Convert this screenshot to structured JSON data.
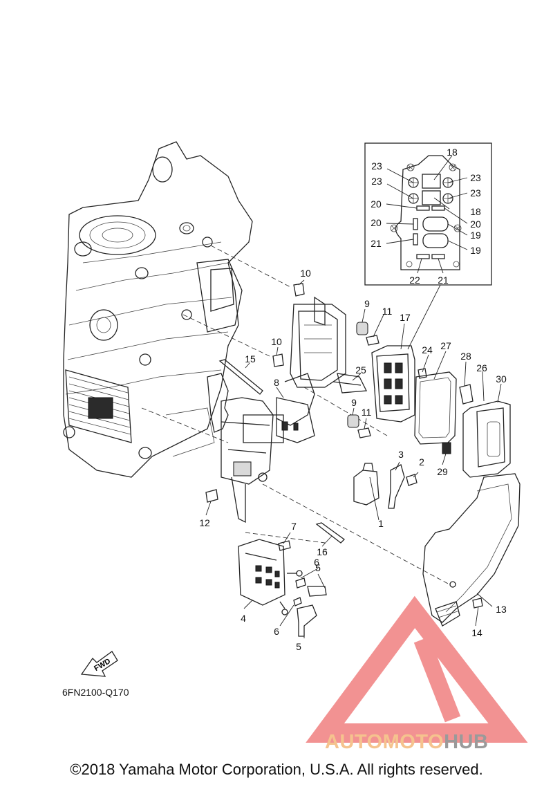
{
  "diagram": {
    "callouts": [
      {
        "n": "1"
      },
      {
        "n": "2"
      },
      {
        "n": "3"
      },
      {
        "n": "4"
      },
      {
        "n": "5"
      },
      {
        "n": "5"
      },
      {
        "n": "6"
      },
      {
        "n": "6"
      },
      {
        "n": "7"
      },
      {
        "n": "8"
      },
      {
        "n": "9"
      },
      {
        "n": "9"
      },
      {
        "n": "10"
      },
      {
        "n": "10"
      },
      {
        "n": "11"
      },
      {
        "n": "11"
      },
      {
        "n": "12"
      },
      {
        "n": "13"
      },
      {
        "n": "14"
      },
      {
        "n": "15"
      },
      {
        "n": "16"
      },
      {
        "n": "17"
      },
      {
        "n": "18"
      },
      {
        "n": "18"
      },
      {
        "n": "19"
      },
      {
        "n": "19"
      },
      {
        "n": "20"
      },
      {
        "n": "20"
      },
      {
        "n": "20"
      },
      {
        "n": "21"
      },
      {
        "n": "21"
      },
      {
        "n": "22"
      },
      {
        "n": "23"
      },
      {
        "n": "23"
      },
      {
        "n": "23"
      },
      {
        "n": "23"
      },
      {
        "n": "24"
      },
      {
        "n": "25"
      },
      {
        "n": "26"
      },
      {
        "n": "27"
      },
      {
        "n": "28"
      },
      {
        "n": "29"
      },
      {
        "n": "30"
      }
    ],
    "fwd_label": "FWD",
    "drawing_code": "6FN2100-Q170"
  },
  "watermark": {
    "brand_part1": "AUTOMOTO",
    "brand_part2": "HUB",
    "color_primary": "#f07f7f",
    "color_secondary": "#9a9a9a"
  },
  "copyright": "©2018 Yamaha Motor Corporation, U.S.A. All rights reserved."
}
